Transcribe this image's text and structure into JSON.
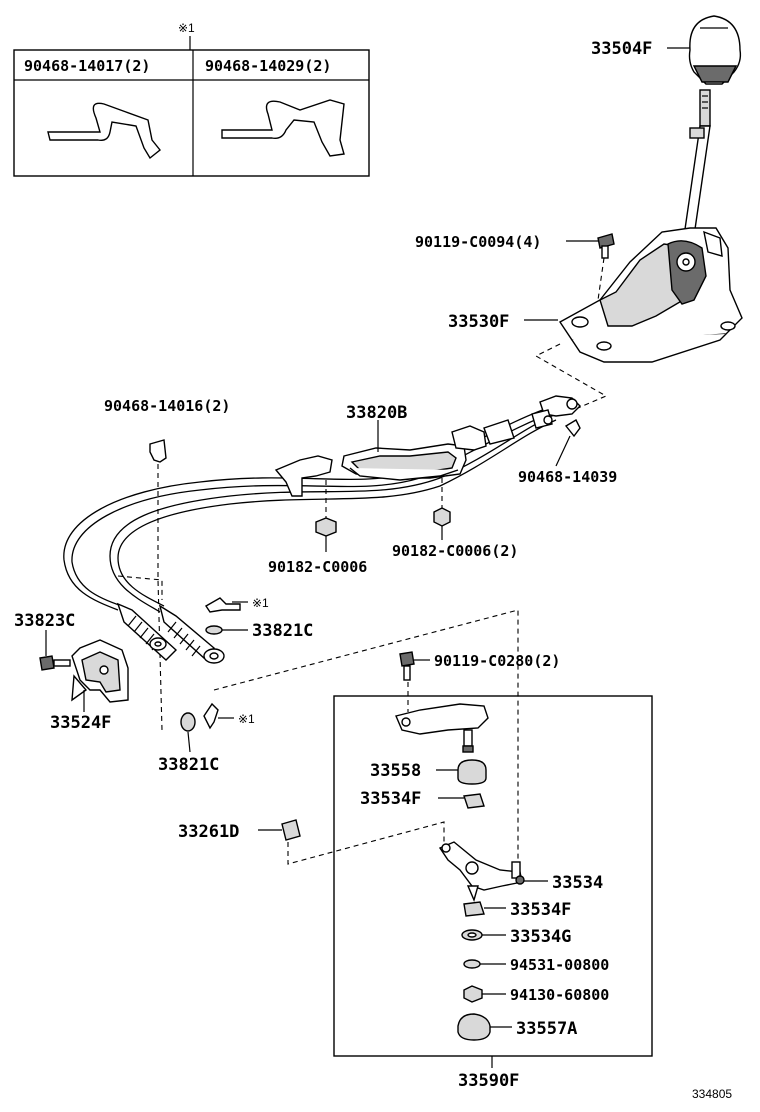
{
  "diagram": {
    "figure_number": "334805",
    "note_mark": "※1",
    "legend_table": {
      "header_mark": "※1",
      "columns": [
        "90468-14017(2)",
        "90468-14029(2)"
      ]
    },
    "callouts": {
      "shift_knob": "33504F",
      "bolt_top": "90119-C0094(4)",
      "shift_lever_housing": "33530F",
      "clip_left": "90468-14016(2)",
      "cable_assembly": "33820B",
      "clip_right": "90468-14039",
      "nut_left": "90182-C0006",
      "nut_right": "90182-C0006(2)",
      "bracket_bolt": "33823C",
      "washer_upper": "33821C",
      "bracket": "33524F",
      "washer_lower": "33821C",
      "mark_upper": "※1",
      "mark_lower": "※1",
      "bolt_lever": "90119-C0280(2)",
      "bushing_33558": "33558",
      "bushing_33534f_upper": "33534F",
      "damper": "33261D",
      "lever_33534": "33534",
      "bushing_33534f_lower": "33534F",
      "washer_33534g": "33534G",
      "washer_94531": "94531-00800",
      "nut_94130": "94130-60800",
      "bushing_33557a": "33557A",
      "lever_assembly": "33590F"
    }
  }
}
